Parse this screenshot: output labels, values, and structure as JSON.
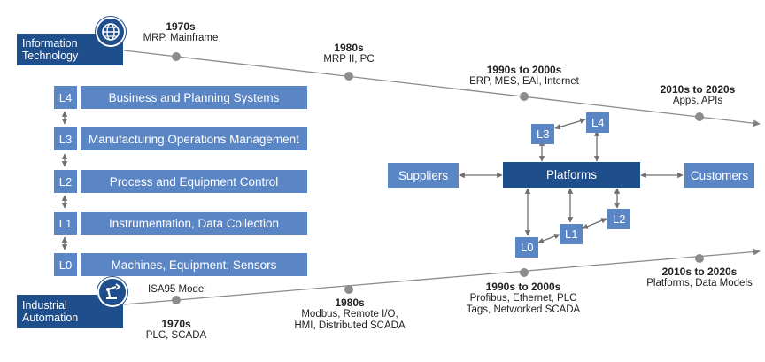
{
  "it": {
    "label": "Information Technology"
  },
  "ia": {
    "label": "Industrial Automation"
  },
  "it_eras": [
    {
      "year": "1970s",
      "desc": "MRP, Mainframe"
    },
    {
      "year": "1980s",
      "desc": "MRP II, PC"
    },
    {
      "year": "1990s to 2000s",
      "desc": "ERP, MES, EAI, Internet"
    },
    {
      "year": "2010s to 2020s",
      "desc": "Apps, APIs"
    }
  ],
  "ia_eras": [
    {
      "year": "1970s",
      "desc": "PLC, SCADA"
    },
    {
      "year": "1980s",
      "desc": "Modbus, Remote I/O, HMI, Distributed SCADA"
    },
    {
      "year": "1990s to 2000s",
      "desc": "Profibus, Ethernet, PLC Tags, Networked SCADA"
    },
    {
      "year": "2010s to 2020s",
      "desc": "Platforms, Data Models"
    }
  ],
  "isa95_label": "ISA95 Model",
  "levels": [
    {
      "tag": "L4",
      "label": "Business and Planning Systems"
    },
    {
      "tag": "L3",
      "label": "Manufacturing Operations Management"
    },
    {
      "tag": "L2",
      "label": "Process and Equipment Control"
    },
    {
      "tag": "L1",
      "label": "Instrumentation, Data Collection"
    },
    {
      "tag": "L0",
      "label": "Machines, Equipment, Sensors"
    }
  ],
  "platform": {
    "center": "Platforms",
    "left": "Suppliers",
    "right": "Customers",
    "nodes": [
      "L0",
      "L1",
      "L2",
      "L3",
      "L4"
    ]
  },
  "colors": {
    "dark": "#1f4e8c",
    "medium": "#5b86c5",
    "line": "#7f7f7f",
    "dot": "#8c8c8c"
  }
}
